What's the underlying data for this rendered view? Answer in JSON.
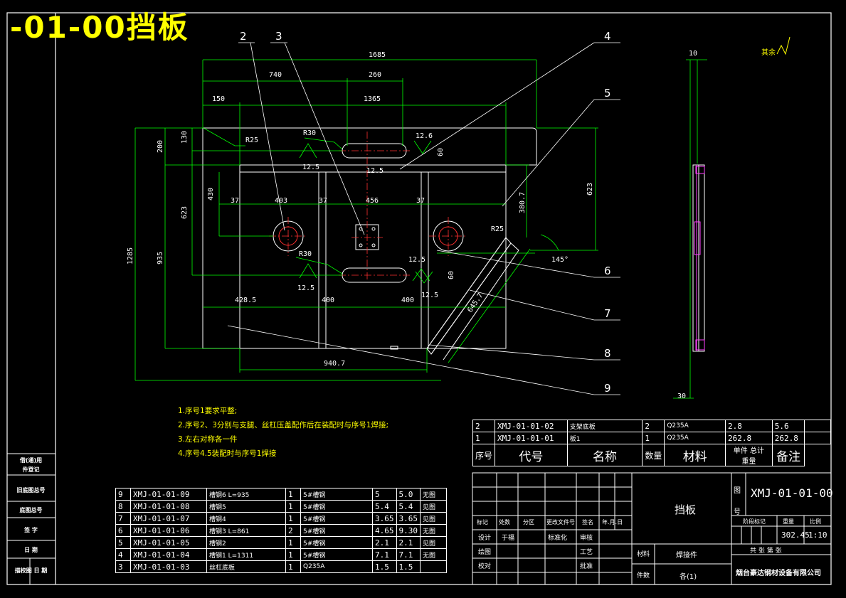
{
  "drawing": {
    "big_title": "-01-00挡板",
    "ghost_title": "00-10-10-LWX",
    "roughness_note": "其余",
    "part_labels": [
      "2",
      "3",
      "4",
      "5",
      "6",
      "7",
      "8",
      "9"
    ],
    "dims": {
      "d1685": "1685",
      "d740": "740",
      "d260": "260",
      "d150": "150",
      "d1365": "1365",
      "r25a": "R25",
      "r30a": "R30",
      "r30b": "R30",
      "r25b": "R25",
      "d200": "200",
      "d130": "130",
      "d430": "430",
      "d623a": "623",
      "d935": "935",
      "d1285": "1285",
      "d623b": "623",
      "d380": "380.7",
      "d12_5a": "12.5",
      "d12_5b": "12.5",
      "d12_5c": "12.5",
      "d12_5d": "12.5",
      "d12_5e": "12.5",
      "d12_6": "12.6",
      "d60a": "60",
      "d60b": "60",
      "d37a": "37",
      "d403": "403",
      "d37b": "37",
      "d456": "456",
      "d37c": "37",
      "d428": "428.5",
      "d400a": "400",
      "d400b": "400",
      "d940": "940.7",
      "d645": "645.7",
      "angle": "145°",
      "d10": "10",
      "d30": "30"
    }
  },
  "notes": [
    "1.序号1要求平整;",
    "2.序号2、3分别与支腿、丝杠压盖配作后在装配时与序号1焊接;",
    "3.左右对称各一件",
    "4.序号4.5装配时与序号1焊接"
  ],
  "side_panel": [
    "借(通)用",
    "件登记",
    "旧底图总号",
    "底图总号",
    "签  字",
    "日  期",
    "描校图 日 期"
  ],
  "bom_upper": {
    "rows": [
      [
        "2",
        "XMJ-01-01-02",
        "支架底板",
        "2",
        "Q235A",
        "2.8",
        "5.6",
        ""
      ],
      [
        "1",
        "XMJ-01-01-01",
        "板1",
        "1",
        "Q235A",
        "262.8",
        "262.8",
        ""
      ]
    ],
    "header": [
      "序号",
      "代号",
      "名称",
      "数量",
      "材料",
      "单件  总计",
      "备注"
    ],
    "weight_label": "重量"
  },
  "bom_lower": {
    "rows": [
      [
        "9",
        "XMJ-01-01-09",
        "槽钢6  L=935",
        "1",
        "5#槽钢",
        "5",
        "5.0",
        "无图"
      ],
      [
        "8",
        "XMJ-01-01-08",
        "槽钢5",
        "1",
        "5#槽钢",
        "5.4",
        "5.4",
        "见图"
      ],
      [
        "7",
        "XMJ-01-01-07",
        "槽钢4",
        "1",
        "5#槽钢",
        "3.65",
        "3.65",
        "见图"
      ],
      [
        "6",
        "XMJ-01-01-06",
        "槽钢3  L=861",
        "2",
        "5#槽钢",
        "4.65",
        "9.30",
        "无图"
      ],
      [
        "5",
        "XMJ-01-01-05",
        "槽钢2",
        "1",
        "5#槽钢",
        "2.1",
        "2.1",
        "见图"
      ],
      [
        "4",
        "XMJ-01-01-04",
        "槽钢1  L=1311",
        "1",
        "5#槽钢",
        "7.1",
        "7.1",
        "无图"
      ],
      [
        "3",
        "XMJ-01-01-03",
        "丝杠底板",
        "1",
        "Q235A",
        "1.5",
        "1.5",
        ""
      ]
    ]
  },
  "title_block": {
    "name": "挡板",
    "code": "XMJ-01-01-00",
    "code_label": "图号",
    "rev_headers": [
      "标记",
      "处数",
      "分区",
      "更改文件号",
      "签名",
      "年.月.日"
    ],
    "design": "设计",
    "designer": "于福",
    "std": "标准化",
    "check": "审核",
    "draw": "绘图",
    "process": "工艺",
    "approve": "批准",
    "proof": "校对",
    "material_label": "材料",
    "material": "焊接件",
    "piece_label": "件数",
    "piece": "各(1)",
    "stage_label": "阶段标记",
    "weight_label": "重量",
    "scale_label": "比例",
    "weight": "302.45",
    "scale": "1:10",
    "sheet": "共  张   第  张",
    "company": "烟台豪达钢材设备有限公司"
  }
}
